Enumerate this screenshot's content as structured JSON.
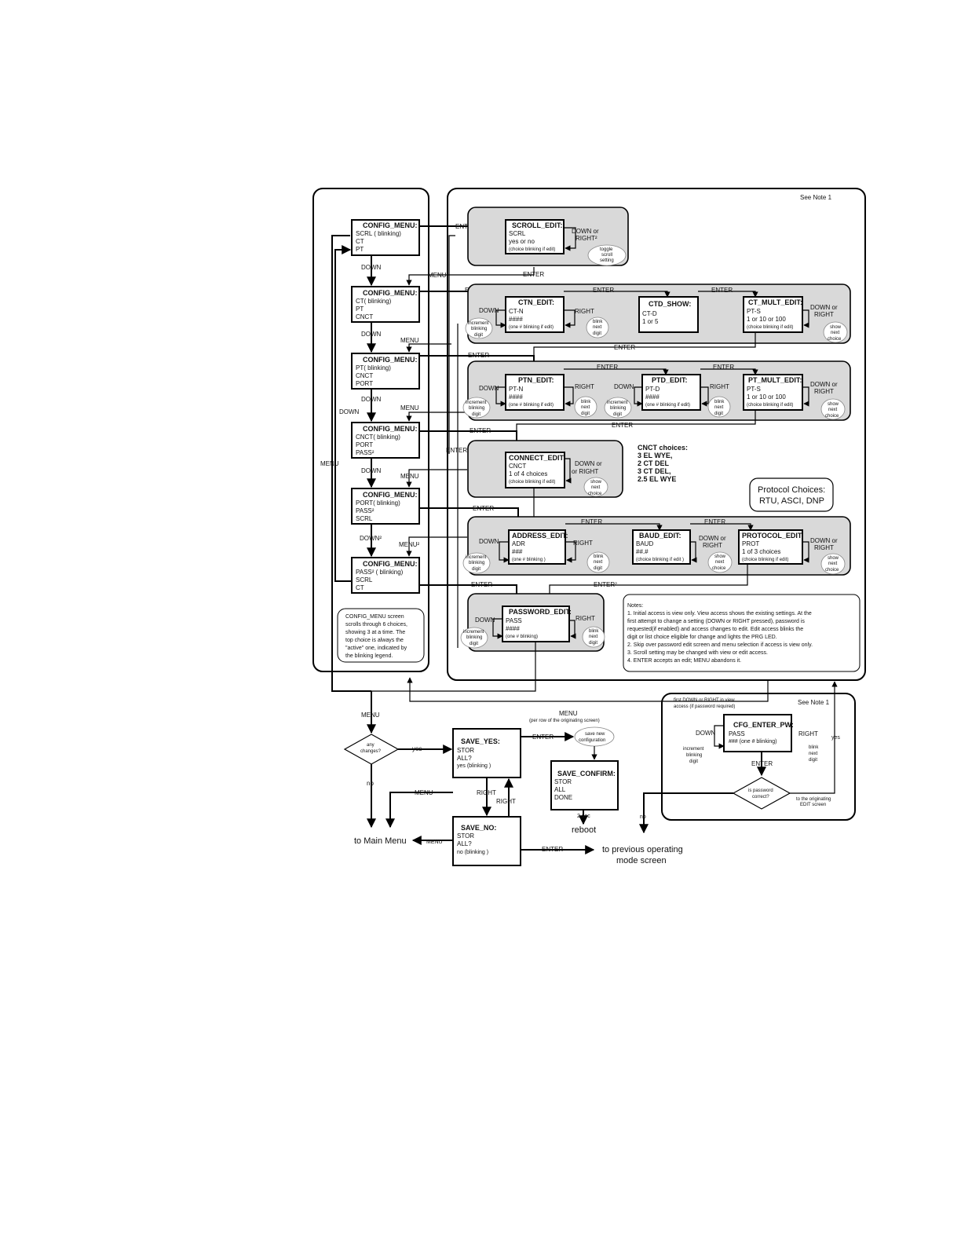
{
  "see_note_1": "See Note 1",
  "config_menus": [
    {
      "title": "CONFIG_MENU:",
      "lines": [
        "SCRL ( blinking)",
        "CT",
        "PT"
      ]
    },
    {
      "title": "CONFIG_MENU:",
      "lines": [
        "CT( blinking)",
        "PT",
        "CNCT"
      ]
    },
    {
      "title": "CONFIG_MENU:",
      "lines": [
        "PT( blinking)",
        "CNCT",
        "PORT"
      ]
    },
    {
      "title": "CONFIG_MENU:",
      "lines": [
        "CNCT( blinking)",
        "PORT",
        "PASS²"
      ]
    },
    {
      "title": "CONFIG_MENU:",
      "lines": [
        "PORT( blinking)",
        "PASS²",
        "SCRL"
      ]
    },
    {
      "title": "CONFIG_MENU:",
      "lines": [
        "PASS² ( blinking)",
        "SCRL",
        "CT"
      ]
    }
  ],
  "menu_note": [
    "CONFIG_MENU screen",
    "scrolls through 6 choices,",
    "showing 3 at a time. The",
    "top choice is always the",
    "\"active\" one, indicated by",
    "the blinking legend."
  ],
  "edit_boxes": {
    "scroll_edit": {
      "title": "SCROLL_EDIT:",
      "lines": [
        "SCRL",
        "yes or no",
        "(choice blinking if edit)"
      ]
    },
    "ctn_edit": {
      "title": "CTN_EDIT:",
      "lines": [
        "CT-N",
        "####",
        "(one # blinking if edit)"
      ]
    },
    "ctd_show": {
      "title": "CTD_SHOW:",
      "lines": [
        "CT-D",
        "1 or 5"
      ]
    },
    "ct_mult_edit": {
      "title": "CT_MULT_EDIT:",
      "lines": [
        "PT-S",
        "1 or 10 or 100",
        "(choice blinking if edit)"
      ]
    },
    "ptn_edit": {
      "title": "PTN_EDIT:",
      "lines": [
        "PT-N",
        "####",
        "(one # blinking if edit)"
      ]
    },
    "ptd_edit": {
      "title": "PTD_EDIT:",
      "lines": [
        "PT-D",
        "####",
        "(one # blinking if edit)"
      ]
    },
    "pt_mult_edit": {
      "title": "PT_MULT_EDIT:",
      "lines": [
        "PT-S",
        "1 or 10 or 100",
        "(choice blinking if edit)"
      ]
    },
    "connect_edit": {
      "title": "CONNECT_EDIT:",
      "lines": [
        "CNCT",
        "1 of 4 choices",
        "(choice blinking if edit)"
      ]
    },
    "address_edit": {
      "title": "ADDRESS_EDIT:",
      "lines": [
        "ADR",
        "###",
        "(one # blinking )"
      ]
    },
    "baud_edit": {
      "title": "BAUD_EDIT:",
      "lines": [
        "BAUD",
        "##.#",
        "(choice blinking if edit )"
      ]
    },
    "protocol_edit": {
      "title": "PROTOCOL_EDIT:",
      "lines": [
        "PROT",
        "1 of 3 choices",
        "(choice blinking if edit)"
      ]
    },
    "password_edit": {
      "title": "PASSWORD_EDIT:",
      "lines": [
        "PASS",
        "####",
        "(one # blinking)"
      ]
    },
    "cfg_enter_pw": {
      "title": "CFG_ENTER_PW:",
      "lines": [
        "PASS",
        "### (one # blinking)"
      ]
    }
  },
  "cnct_choices": {
    "title": "CNCT choices:",
    "items": [
      "3 EL WYE,",
      "2 CT DEL",
      "3 CT DEL,",
      "2.5 EL WYE"
    ]
  },
  "protocol_choices": [
    "Protocol Choices:",
    "RTU, ASCI, DNP"
  ],
  "labels": {
    "enter": "ENTER",
    "enter2": "ENTER²",
    "menu": "MENU",
    "menu2": "MENU²",
    "down": "DOWN",
    "down2": "DOWN²",
    "right": "RIGHT",
    "right2": "RIGHT²",
    "down_or": "DOWN or",
    "or_right": "or RIGHT",
    "toggle": [
      "toggle",
      "scroll",
      "setting"
    ],
    "increment": [
      "increment",
      "blinking",
      "digit"
    ],
    "blink_next": [
      "blink",
      "next",
      "digit"
    ],
    "show_next": [
      "show",
      "next",
      "choice"
    ],
    "yes": "yes",
    "no": "no",
    "two_sec": "2 sec"
  },
  "notes": {
    "title": "Notes:",
    "items": [
      "1. Initial access is view only.  View access shows the existing settings.  At the",
      "    first attempt to change a setting (DOWN or RIGHT pressed), password is",
      "    requested(if enabled) and access changes to edit.   Edit access blinks the",
      "    digit or list choice eligible for change and  lights the PRG LED.",
      "2. Skip over password edit screen and menu selection if access is view only.",
      "3. Scroll setting may be changed with view or edit access.",
      "4. ENTER accepts an edit; MENU abandons it."
    ]
  },
  "save_section": {
    "menu_per_row": [
      "MENU",
      "(per row of the originating screen)"
    ],
    "any_changes": [
      "any",
      "changes?"
    ],
    "save_yes": {
      "title": "SAVE_YES:",
      "lines": [
        "STOR",
        "ALL?",
        "yes (blinking )"
      ]
    },
    "save_no": {
      "title": "SAVE_NO:",
      "lines": [
        "STOR",
        "ALL?",
        "no (blinking )"
      ]
    },
    "save_new_config": [
      "save new",
      "configuration"
    ],
    "save_confirm": {
      "title": "SAVE_CONFIRM:",
      "lines": [
        "STOR",
        "ALL",
        "DONE"
      ]
    },
    "reboot": "reboot",
    "to_main_menu": "to Main Menu",
    "to_previous": [
      "to previous operating",
      "mode screen"
    ],
    "first_down": [
      "first DOWN or RIGHT in view",
      "access (if password required)"
    ],
    "password_correct": [
      "is password",
      "correct?"
    ],
    "to_originating": [
      "to the originating",
      "EDIT screen"
    ]
  }
}
